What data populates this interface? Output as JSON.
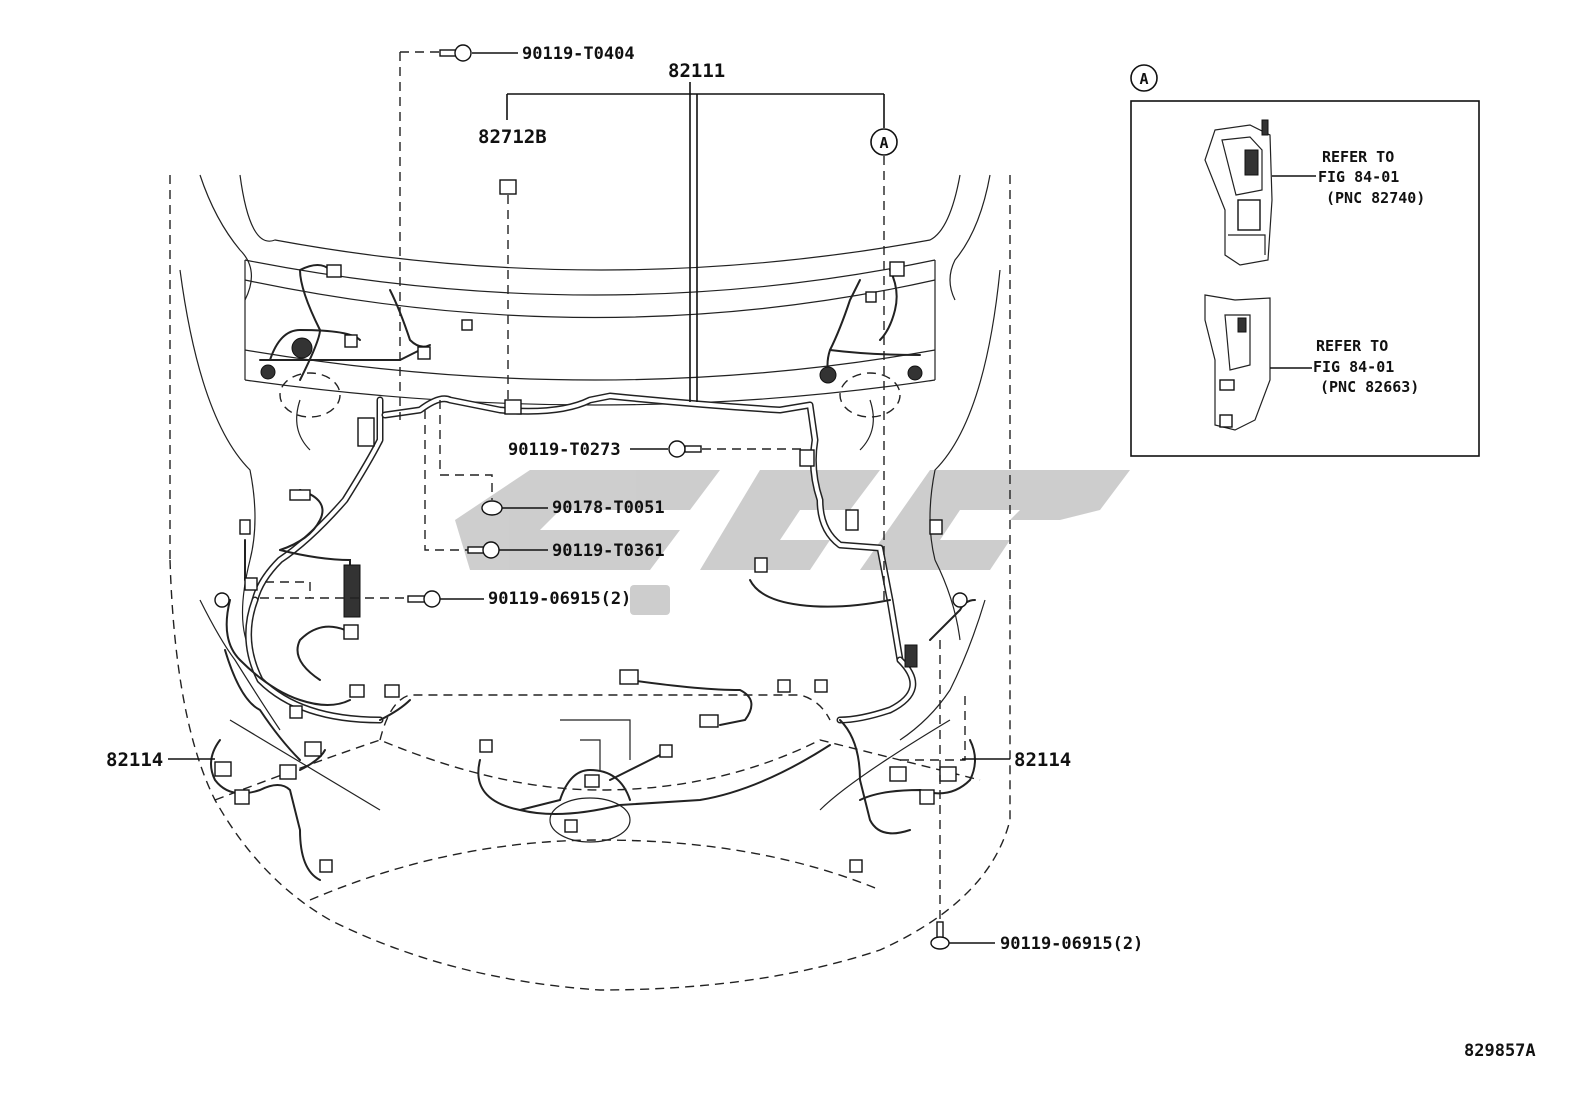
{
  "diagram": {
    "figure_code": "829857A",
    "callout": {
      "letter": "A"
    },
    "parts": {
      "harness_main": "82111",
      "protector": "82712B",
      "sub_harness_left": "82114",
      "sub_harness_right": "82114",
      "bolt_t0404": "90119-T0404",
      "bolt_t0273": "90119-T0273",
      "clip_t0051": "90178-T0051",
      "bolt_t0361": "90119-T0361",
      "bolt_06915_upper": "90119-06915(2)",
      "bolt_06915_lower": "90119-06915(2)"
    },
    "inset": {
      "ref1": {
        "line1": "REFER TO",
        "line2": "FIG 84-01",
        "line3": "(PNC 82740)"
      },
      "ref2": {
        "line1": "REFER TO",
        "line2": "FIG 84-01",
        "line3": "(PNC 82663)"
      }
    }
  }
}
